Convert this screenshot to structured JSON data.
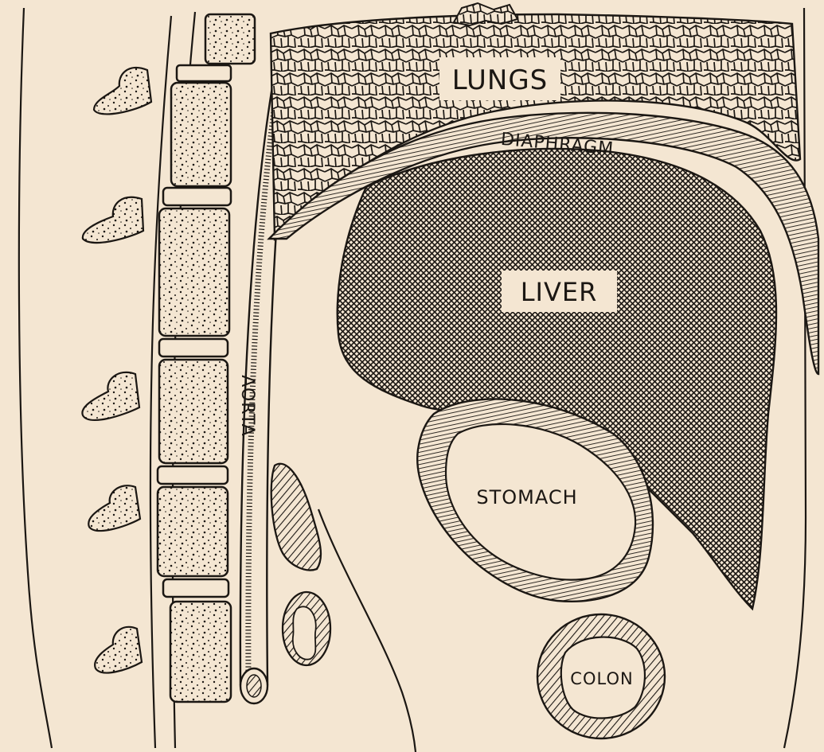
{
  "labels": {
    "lungs": "LUNGS",
    "diaphragm": "DIAPHRAGM",
    "liver": "LIVER",
    "aorta": "AORTA",
    "stomach": "STOMACH",
    "colon": "COLON"
  },
  "colors": {
    "paper": "#f4e6d2",
    "ink": "#1b1713"
  }
}
